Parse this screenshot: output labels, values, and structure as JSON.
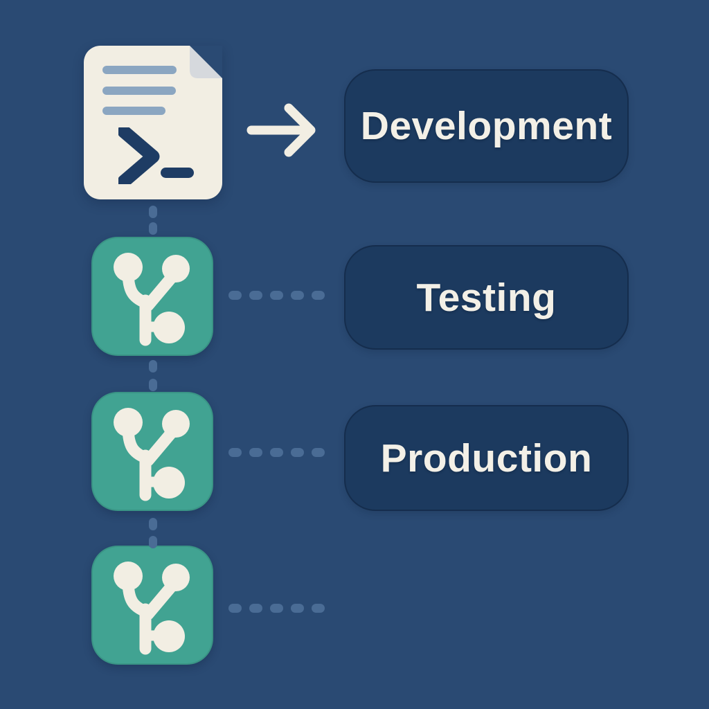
{
  "colors": {
    "background": "#2a4a73",
    "pill_fill": "#1c3a5f",
    "pill_text": "#f3f0e7",
    "git_box": "#41a392",
    "icon_cream": "#f2eee3",
    "doc_line": "#8ba6c1",
    "doc_fold": "#d6d9dd",
    "terminal_glyph": "#1e3c64",
    "connector_dot": "#4a6c95"
  },
  "diagram": {
    "type": "deployment-pipeline-flow",
    "source": {
      "icon": "script-file-icon",
      "glyphs": [
        "terminal-prompt-chevron",
        "terminal-cursor-underscore"
      ],
      "text_lines_count": 3
    },
    "rows": [
      {
        "icon": "script-file",
        "connector": "arrow-right",
        "label": "Development"
      },
      {
        "icon": "git-branch",
        "connector": "dashed-line",
        "label": "Testing"
      },
      {
        "icon": "git-branch",
        "connector": "dashed-line",
        "label": "Production"
      },
      {
        "icon": "git-branch",
        "connector": "dashed-line",
        "label": ""
      }
    ]
  }
}
